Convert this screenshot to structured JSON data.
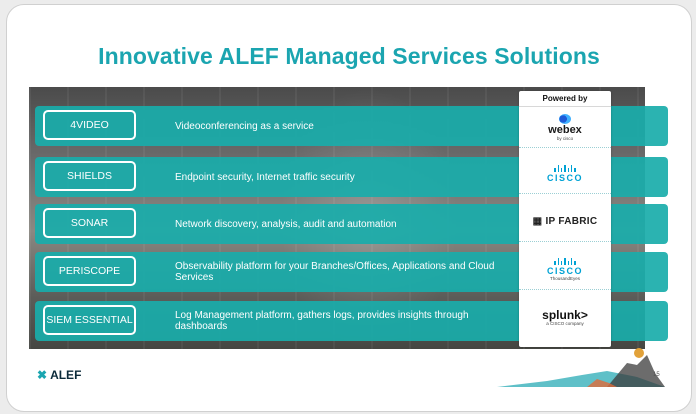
{
  "title": "Innovative ALEF Managed Services Solutions",
  "powered_by": "Powered by",
  "rows": [
    {
      "label": "4VIDEO",
      "description": "Videoconferencing as a service"
    },
    {
      "label": "SHIELDS",
      "description": "Endpoint security, Internet traffic security"
    },
    {
      "label": "SONAR",
      "description": "Network discovery, analysis, audit and automation"
    },
    {
      "label": "PERISCOPE",
      "description": "Observability platform for your Branches/Offices, Applications and Cloud Services"
    },
    {
      "label": "SIEM ESSENTIAL",
      "description": "Log Management platform, gathers logs, provides insights through dashboards"
    }
  ],
  "brands": {
    "webex": {
      "name": "webex",
      "sub": "by cisco",
      "icon": "webex-icon"
    },
    "cisco": {
      "name": "CISCO",
      "icon": "cisco-bars-icon"
    },
    "ipfabric": {
      "name": "IP FABRIC",
      "icon": "ip-fabric-icon"
    },
    "thousandeyes": {
      "name": "CISCO",
      "sub": "ThousandEyes",
      "icon": "cisco-bars-icon"
    },
    "splunk": {
      "name": "splunk>",
      "sub": "a CISCO company"
    }
  },
  "footer": {
    "logo": "ALEF",
    "page_number": "15"
  },
  "colors": {
    "teal": "#1ba5b0",
    "row": "#19acaa",
    "cisco_blue": "#00a2d4"
  }
}
